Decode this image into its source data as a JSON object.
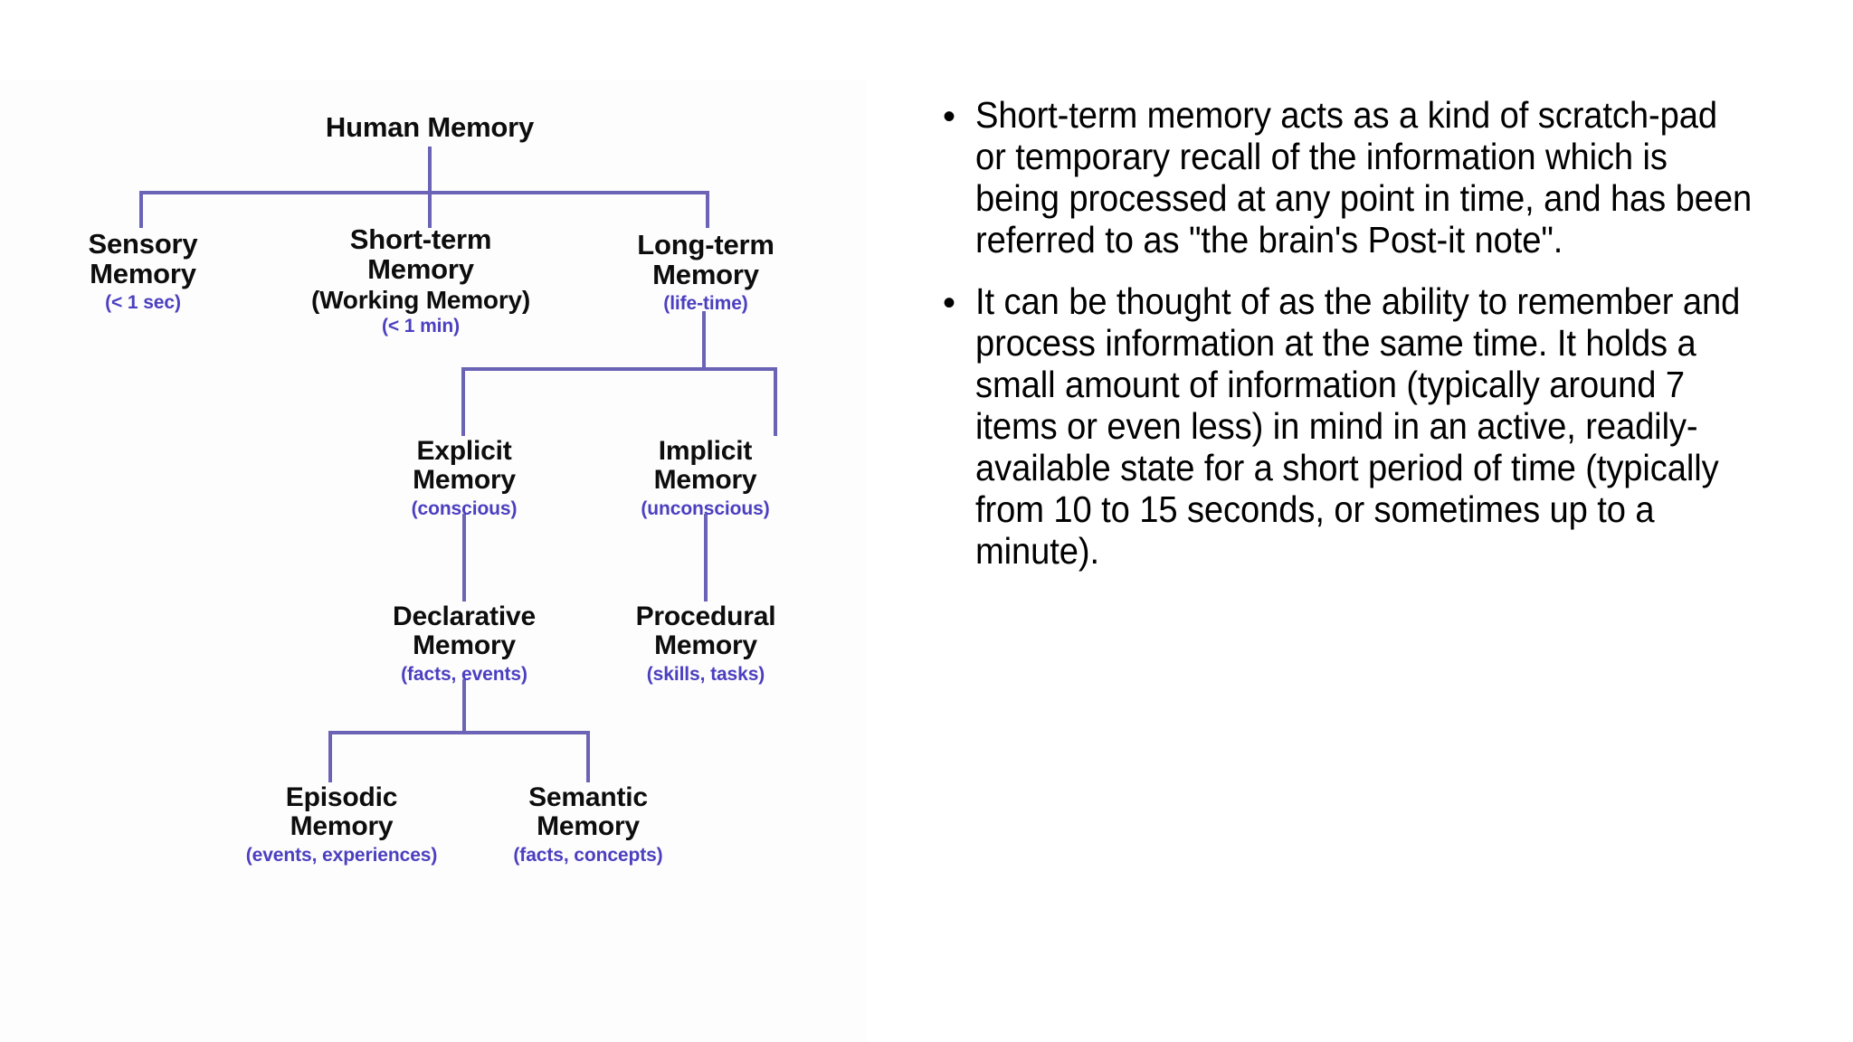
{
  "slide": {
    "background_color": "#ffffff",
    "diagram_panel_background": "#fdfdfd",
    "connector_color": "#6b63b5",
    "node_text_color": "#0d0d0d",
    "sub_label_color": "#4b3fc0"
  },
  "diagram": {
    "title": "Human Memory",
    "nodes": {
      "root": {
        "name": "Human Memory"
      },
      "sensory": {
        "name_line1": "Sensory",
        "name_line2": "Memory",
        "sub": "(< 1 sec)"
      },
      "short_term": {
        "name_line1": "Short-term",
        "name_line2": "Memory",
        "alt_name": "(Working Memory)",
        "sub": "(< 1 min)"
      },
      "long_term": {
        "name_line1": "Long-term",
        "name_line2": "Memory",
        "sub": "(life-time)"
      },
      "explicit": {
        "name_line1": "Explicit",
        "name_line2": "Memory",
        "sub": "(conscious)"
      },
      "implicit": {
        "name_line1": "Implicit",
        "name_line2": "Memory",
        "sub": "(unconscious)"
      },
      "declarative": {
        "name_line1": "Declarative",
        "name_line2": "Memory",
        "sub": "(facts, events)"
      },
      "procedural": {
        "name_line1": "Procedural",
        "name_line2": "Memory",
        "sub": "(skills, tasks)"
      },
      "episodic": {
        "name_line1": "Episodic",
        "name_line2": "Memory",
        "sub": "(events, experiences)"
      },
      "semantic": {
        "name_line1": "Semantic",
        "name_line2": "Memory",
        "sub": "(facts, concepts)"
      }
    }
  },
  "content": {
    "bullets": [
      {
        "marker": "•",
        "text": "Short-term memory acts as a kind of scratch-pad  or temporary recall of the information which is being processed at any point in time, and has been referred to as \"the brain's Post-it note\"."
      },
      {
        "marker": "•",
        "text": "It can be thought of as the ability to remember and process information at the same time. It holds a small amount of information (typically around 7 items or even less) in mind in an active, readily-available state for a short period of time (typically from 10 to 15 seconds, or sometimes up to a minute)."
      }
    ]
  }
}
